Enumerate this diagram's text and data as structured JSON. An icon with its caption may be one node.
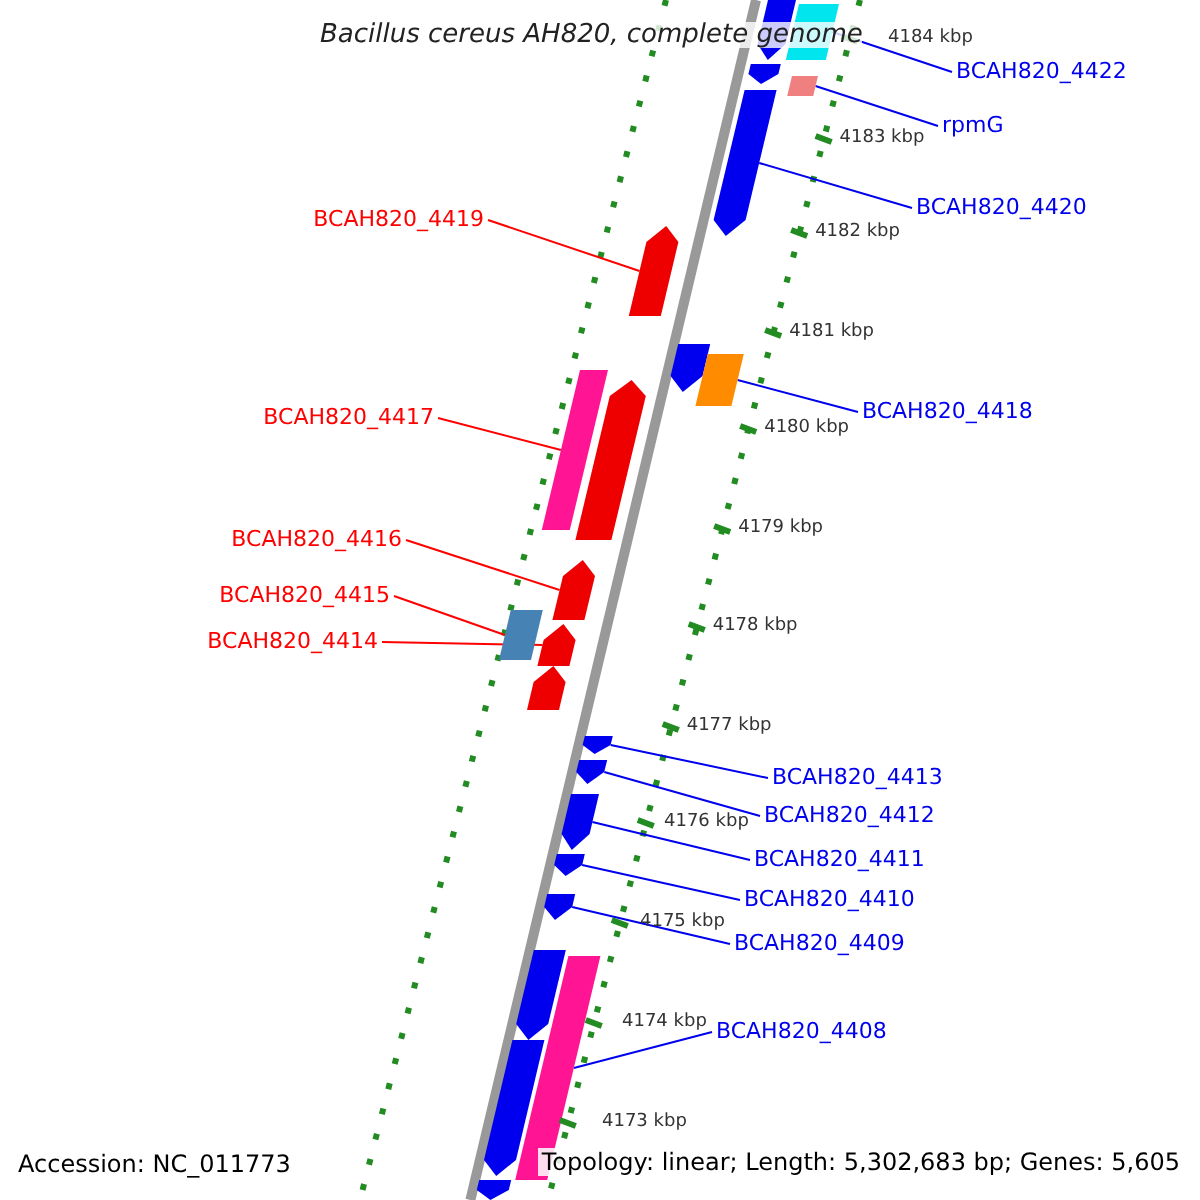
{
  "diagram": {
    "title": "Bacillus cereus AH820, complete genome",
    "nodes": [
      {
        "text": [
          "BCAH820_4422"
        ]
      },
      {
        "text": [
          "rpmG"
        ]
      },
      {
        "text": [
          "BCAH820_4420"
        ]
      },
      {
        "text": [
          "BCAH820_4419"
        ]
      },
      {
        "text": [
          "BCAH820_4418"
        ]
      },
      {
        "text": [
          "BCAH820_4417"
        ]
      },
      {
        "text": [
          "BCAH820_4416"
        ]
      },
      {
        "text": [
          "BCAH820_4415"
        ]
      },
      {
        "text": [
          "BCAH820_4414"
        ]
      },
      {
        "text": [
          "BCAH820_4413"
        ]
      },
      {
        "text": [
          "BCAH820_4412"
        ]
      },
      {
        "text": [
          "BCAH820_4411"
        ]
      },
      {
        "text": [
          "BCAH820_4410"
        ]
      },
      {
        "text": [
          "BCAH820_4409"
        ]
      },
      {
        "text": [
          "BCAH820_4408"
        ]
      },
      {
        "text": [],
        "shape": "arrow"
      },
      {
        "text": [],
        "shape": "box"
      },
      {
        "text": [],
        "shape": "arrow"
      },
      {
        "text": [],
        "shape": "box"
      },
      {
        "text": [],
        "shape": "arrow"
      },
      {
        "text": [],
        "shape": "arrow"
      },
      {
        "text": [],
        "shape": "arrow"
      },
      {
        "text": [],
        "shape": "box"
      },
      {
        "text": [],
        "shape": "box"
      },
      {
        "text": [],
        "shape": "arrow"
      },
      {
        "text": [],
        "shape": "arrow"
      },
      {
        "text": [],
        "shape": "box"
      },
      {
        "text": [],
        "shape": "arrow"
      },
      {
        "text": [],
        "shape": "arrow"
      },
      {
        "text": [],
        "shape": "arrow"
      },
      {
        "text": [],
        "shape": "arrow"
      },
      {
        "text": [],
        "shape": "arrow"
      },
      {
        "text": [],
        "shape": "arrow"
      },
      {
        "text": [],
        "shape": "arrow"
      },
      {
        "text": [],
        "shape": "arrow"
      },
      {
        "text": [],
        "shape": "box"
      },
      {
        "text": [],
        "shape": "arrow"
      },
      {
        "text": [],
        "shape": "arrow"
      }
    ],
    "edges": [
      {
        "from": 0,
        "to": 16,
        "arrow": "none"
      },
      {
        "from": 1,
        "to": 18,
        "arrow": "none"
      },
      {
        "from": 2,
        "to": 19,
        "arrow": "none"
      },
      {
        "from": 3,
        "to": 20,
        "arrow": "none",
        "color": "#ff0000"
      },
      {
        "from": 4,
        "to": 22,
        "arrow": "none"
      },
      {
        "from": 5,
        "to": 23,
        "arrow": "none",
        "color": "#ff0000"
      },
      {
        "from": 6,
        "to": 25,
        "arrow": "none",
        "color": "#ff0000"
      },
      {
        "from": 7,
        "to": 26,
        "arrow": "none",
        "color": "#ff0000"
      },
      {
        "from": 8,
        "to": 27,
        "arrow": "none",
        "color": "#ff0000"
      },
      {
        "from": 9,
        "to": 29,
        "arrow": "none"
      },
      {
        "from": 10,
        "to": 30,
        "arrow": "none"
      },
      {
        "from": 11,
        "to": 31,
        "arrow": "none"
      },
      {
        "from": 12,
        "to": 32,
        "arrow": "none"
      },
      {
        "from": 13,
        "to": 33,
        "arrow": "none"
      },
      {
        "from": 14,
        "to": 35,
        "arrow": "none"
      }
    ],
    "labels": [
      "4184 kbp",
      "4183 kbp",
      "4182 kbp",
      "4181 kbp",
      "4180 kbp",
      "4179 kbp",
      "4178 kbp",
      "4177 kbp",
      "4176 kbp",
      "4175 kbp",
      "4174 kbp",
      "4173 kbp",
      "Accession: NC_011773",
      "Topology: linear; Length: 5,302,683 bp; Genes: 5,605"
    ]
  }
}
